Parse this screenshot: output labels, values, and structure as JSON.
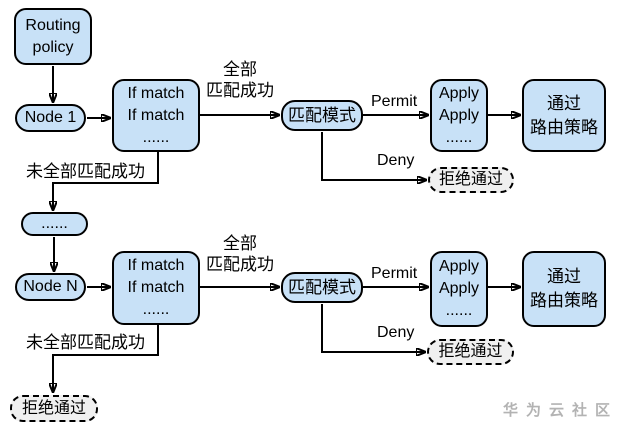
{
  "labels": {
    "routing_policy": "Routing\npolicy",
    "if_match": "If match\nIf match\n......",
    "match_mode": "匹配模式",
    "apply": "Apply\nApply\n......",
    "pass_policy": "通过\n路由策略",
    "reject": "拒绝通过",
    "ellipsis": "......",
    "all_match": "全部\n匹配成功",
    "not_all_match": "未全部匹配成功",
    "permit": "Permit",
    "deny": "Deny"
  },
  "rows": [
    {
      "node_label": "Node 1"
    },
    {
      "node_label": "Node N"
    }
  ],
  "watermark": "华为云社区",
  "colors": {
    "node_fill": "#C8E1F7",
    "node_border": "#000000",
    "reject_fill": "#F0F0F0",
    "arrow": "#000000",
    "text": "#000000",
    "watermark": "#B3B3B3",
    "background": "#FFFFFF"
  }
}
